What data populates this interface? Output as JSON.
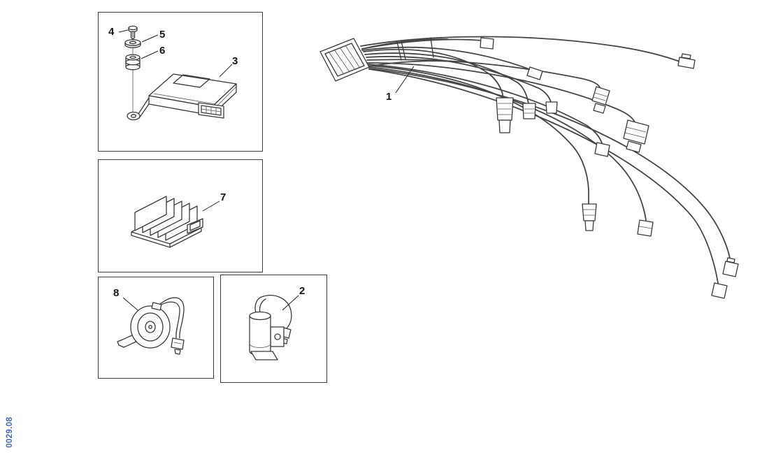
{
  "doc_code": {
    "text": "0029.08",
    "color": "#4169b8"
  },
  "labels": {
    "harness": "1",
    "solenoid": "2",
    "ecu": "3",
    "screw": "4",
    "washer": "5",
    "grommet": "6",
    "regulator": "7",
    "horn": "8"
  },
  "drawings": {
    "harness": "wiring-harness",
    "solenoid": "ignition-coil",
    "ecu": "electronic-control-unit",
    "screw": "screw",
    "washer": "washer",
    "grommet": "rubber-grommet",
    "regulator": "voltage-regulator",
    "horn": "horn"
  },
  "colors": {
    "background": "#ffffff",
    "line": "#3a3a3a",
    "panel_border": "#3f3f3f"
  }
}
